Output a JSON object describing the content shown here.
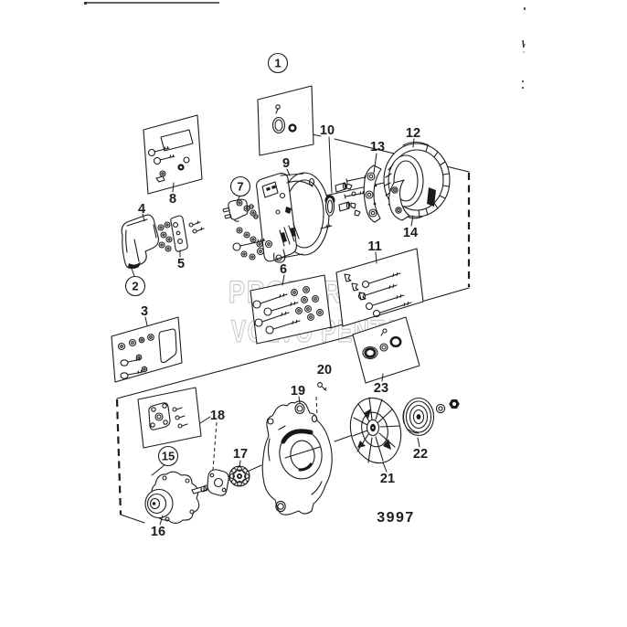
{
  "watermark": {
    "line1": "PROPERTY OF",
    "line2": "VOLVO PENTA"
  },
  "figure": {
    "drawing_number": "3997"
  },
  "callouts": {
    "n1": {
      "label": "1",
      "circled": true
    },
    "n2": {
      "label": "2",
      "circled": true
    },
    "n3": {
      "label": "3",
      "circled": false
    },
    "n4": {
      "label": "4",
      "circled": false
    },
    "n5": {
      "label": "5",
      "circled": false
    },
    "n6": {
      "label": "6",
      "circled": false
    },
    "n7": {
      "label": "7",
      "circled": true
    },
    "n8": {
      "label": "8",
      "circled": false
    },
    "n9": {
      "label": "9",
      "circled": false
    },
    "n10": {
      "label": "10",
      "circled": false
    },
    "n11": {
      "label": "11",
      "circled": false
    },
    "n12": {
      "label": "12",
      "circled": false
    },
    "n13": {
      "label": "13",
      "circled": false
    },
    "n14": {
      "label": "14",
      "circled": false
    },
    "n15": {
      "label": "15",
      "circled": true
    },
    "n16": {
      "label": "16",
      "circled": false
    },
    "n17": {
      "label": "17",
      "circled": false
    },
    "n18": {
      "label": "18",
      "circled": false
    },
    "n19": {
      "label": "19",
      "circled": false
    },
    "n20": {
      "label": "20",
      "circled": false
    },
    "n21": {
      "label": "21",
      "circled": false
    },
    "n22": {
      "label": "22",
      "circled": false
    },
    "n23": {
      "label": "23",
      "circled": false
    }
  }
}
